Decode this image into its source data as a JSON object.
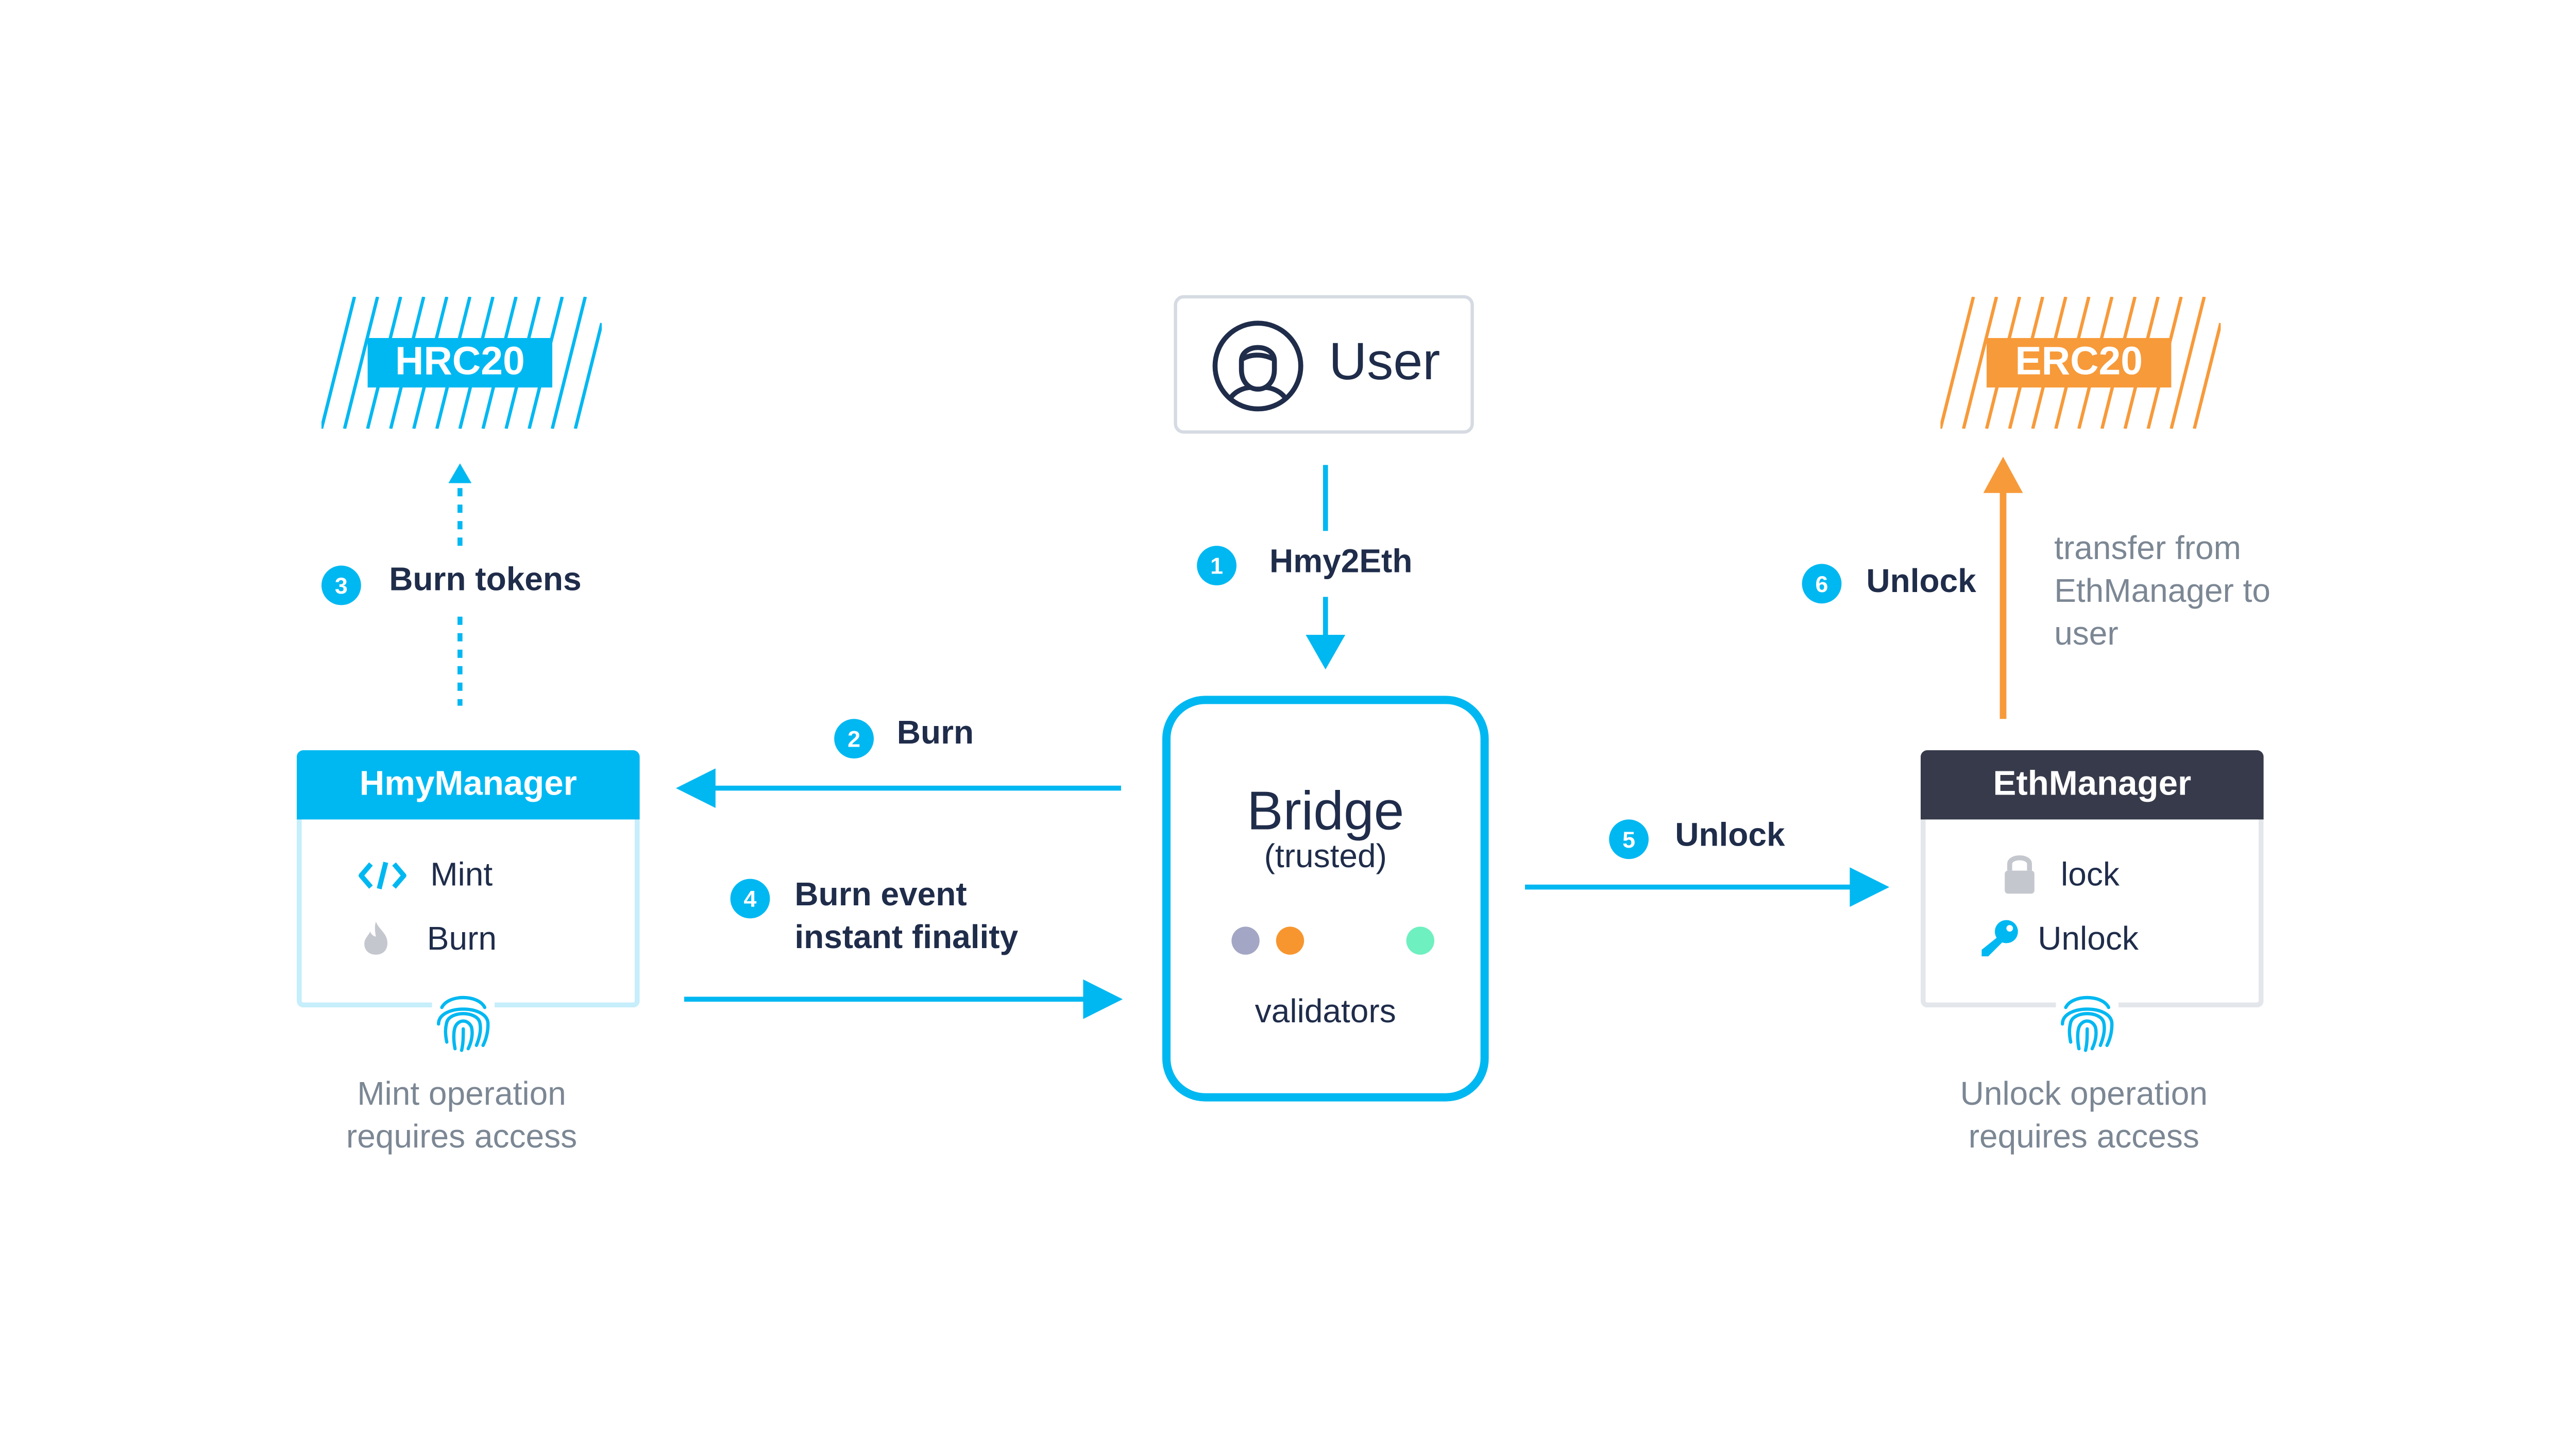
{
  "colors": {
    "harmony_blue": "#00b8f1",
    "ethereum_orange": "#f79a3a",
    "dark_navy": "#1f2c4a",
    "eth_header": "#363a4a",
    "muted_text": "#7c8794",
    "validator_grey": "#a3a6c4",
    "validator_orange": "#f7962f",
    "validator_green": "#6ef0c0"
  },
  "tokens": {
    "left": {
      "label": "HRC20"
    },
    "right": {
      "label": "ERC20"
    }
  },
  "user": {
    "label": "User",
    "icon": "user-avatar-icon"
  },
  "steps": [
    {
      "number": "1",
      "label": "Hmy2Eth"
    },
    {
      "number": "2",
      "label": "Burn"
    },
    {
      "number": "3",
      "label": "Burn tokens"
    },
    {
      "number": "4",
      "label_line1": "Burn event",
      "label_line2": "instant finality"
    },
    {
      "number": "5",
      "label": "Unlock"
    },
    {
      "number": "6",
      "label": "Unlock"
    }
  ],
  "hmy_manager": {
    "title": "HmyManager",
    "rows": [
      {
        "icon": "code-icon",
        "label": "Mint"
      },
      {
        "icon": "flame-icon",
        "label": "Burn"
      }
    ],
    "access_icon": "fingerprint-icon",
    "caption_line1": "Mint operation",
    "caption_line2": "requires access"
  },
  "eth_manager": {
    "title": "EthManager",
    "rows": [
      {
        "icon": "padlock-icon",
        "label": "lock"
      },
      {
        "icon": "key-icon",
        "label": "Unlock"
      }
    ],
    "access_icon": "fingerprint-icon",
    "caption_line1": "Unlock operation",
    "caption_line2": "requires access"
  },
  "bridge": {
    "title": "Bridge",
    "subtitle": "(trusted)",
    "validators_label": "validators"
  },
  "transfer_note": {
    "line1": "transfer from",
    "line2": "EthManager to",
    "line3": "user"
  }
}
